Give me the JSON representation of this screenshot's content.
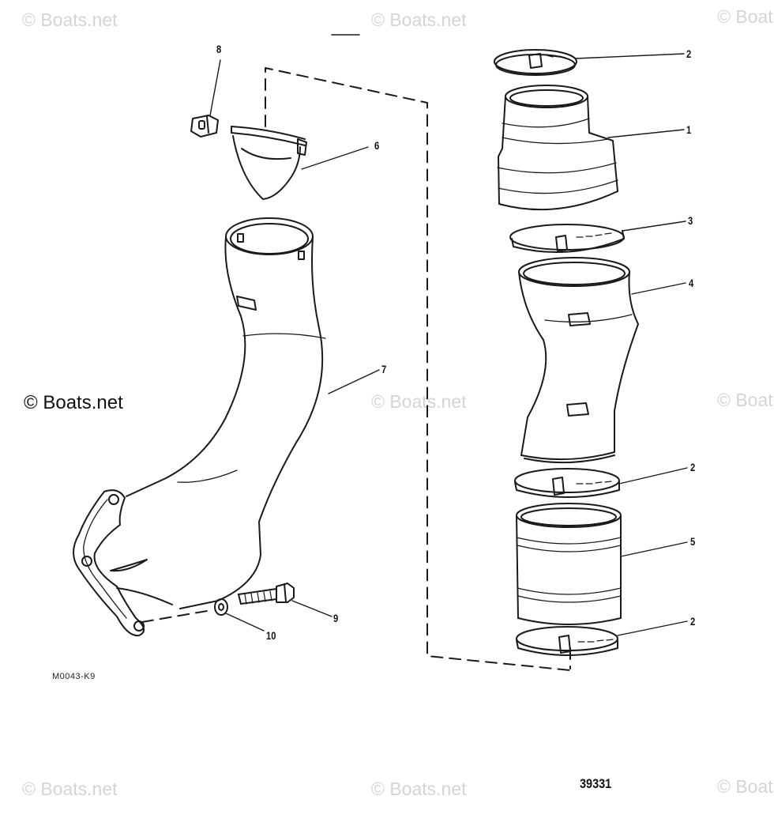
{
  "watermark": "© Boats.net",
  "copyright_notice": "© Boats.net",
  "callouts": {
    "c1": "1",
    "c2a": "2",
    "c2b": "2",
    "c2c": "2",
    "c3": "3",
    "c4": "4",
    "c5": "5",
    "c6": "6",
    "c7": "7",
    "c8": "8",
    "c9": "9",
    "c10": "10"
  },
  "drawing_code": "M0043-K9",
  "figure_number": "39331",
  "colors": {
    "line": "#1a1a1a",
    "watermark": "#d4d4d4",
    "background": "#ffffff"
  }
}
